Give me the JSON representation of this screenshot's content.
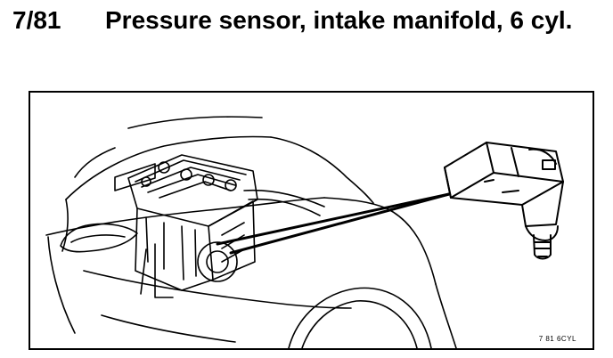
{
  "section": {
    "number": "7/81",
    "title": "Pressure sensor, intake manifold, 6 cyl."
  },
  "figure": {
    "code": "7 81 6CYL",
    "line_color": "#000000",
    "background_color": "#ffffff"
  }
}
